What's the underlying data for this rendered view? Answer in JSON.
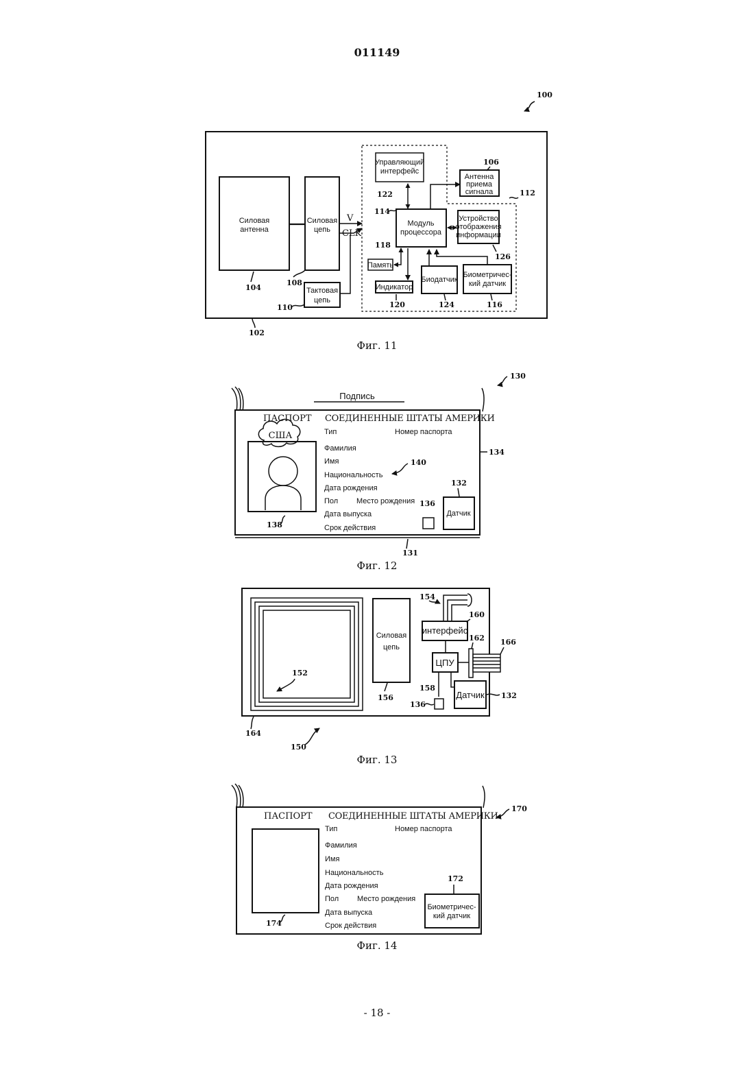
{
  "header": {
    "doc_number": "011149"
  },
  "footer": {
    "page_number": "- 18 -"
  },
  "fig11": {
    "caption": "Фиг. 11",
    "blocks": {
      "power_antenna": [
        "Силовая",
        "антенна"
      ],
      "power_circuit": [
        "Силовая",
        "цепь"
      ],
      "clock_circuit": [
        "Тактовая",
        "цепь"
      ],
      "control_interface": [
        "Управляющий",
        "интерфейс"
      ],
      "rx_antenna": [
        "Антенна",
        "приема",
        "сигнала"
      ],
      "processor": [
        "Модуль",
        "процессора"
      ],
      "display": [
        "Устройство",
        "отображения",
        "информации"
      ],
      "memory": "Память",
      "indicator": "Индикатор",
      "biosensor": "Биодатчик",
      "biometric": [
        "Биометричес-",
        "кий датчик"
      ]
    },
    "signals": {
      "v": "V",
      "clk": "CLK"
    },
    "refs": {
      "r100": "100",
      "r102": "102",
      "r104": "104",
      "r106": "106",
      "r108": "108",
      "r110": "110",
      "r112": "112",
      "r114": "114",
      "r116": "116",
      "r118": "118",
      "r120": "120",
      "r122": "122",
      "r124": "124",
      "r126": "126"
    }
  },
  "fig12": {
    "caption": "Фиг. 12",
    "signature": "Подпись",
    "passport": "ПАСПОРТ",
    "country": "СОЕДИНЕННЫЕ ШТАТЫ АМЕРИКИ",
    "cloud": "США",
    "type": "Тип",
    "passport_number": "Номер паспорта",
    "fields": [
      "Фамилия",
      "Имя",
      "Национальность",
      "Дата рождения",
      "Пол",
      "Дата выпуска",
      "Срок действия"
    ],
    "birthplace": "Место рождения",
    "sensor": "Датчик",
    "refs": {
      "r130": "130",
      "r131": "131",
      "r132": "132",
      "r134": "134",
      "r136": "136",
      "r138": "138",
      "r140": "140"
    }
  },
  "fig13": {
    "caption": "Фиг. 13",
    "power_circuit": [
      "Силовая",
      "цепь"
    ],
    "interface": "интерфейс",
    "cpu": "ЦПУ",
    "sensor": "Датчик",
    "refs": {
      "r132": "132",
      "r136": "136",
      "r150": "150",
      "r152": "152",
      "r154": "154",
      "r156": "156",
      "r158": "158",
      "r160": "160",
      "r162": "162",
      "r164": "164",
      "r166": "166"
    }
  },
  "fig14": {
    "caption": "Фиг. 14",
    "passport": "ПАСПОРТ",
    "country": "СОЕДИНЕННЫЕ ШТАТЫ АМЕРИКИ",
    "type": "Тип",
    "passport_number": "Номер паспорта",
    "fields": [
      "Фамилия",
      "Имя",
      "Национальность",
      "Дата рождения",
      "Пол",
      "Дата выпуска",
      "Срок действия"
    ],
    "birthplace": "Место рождения",
    "biometric": [
      "Биометричес-",
      "кий датчик"
    ],
    "refs": {
      "r170": "170",
      "r172": "172",
      "r174": "174"
    }
  }
}
